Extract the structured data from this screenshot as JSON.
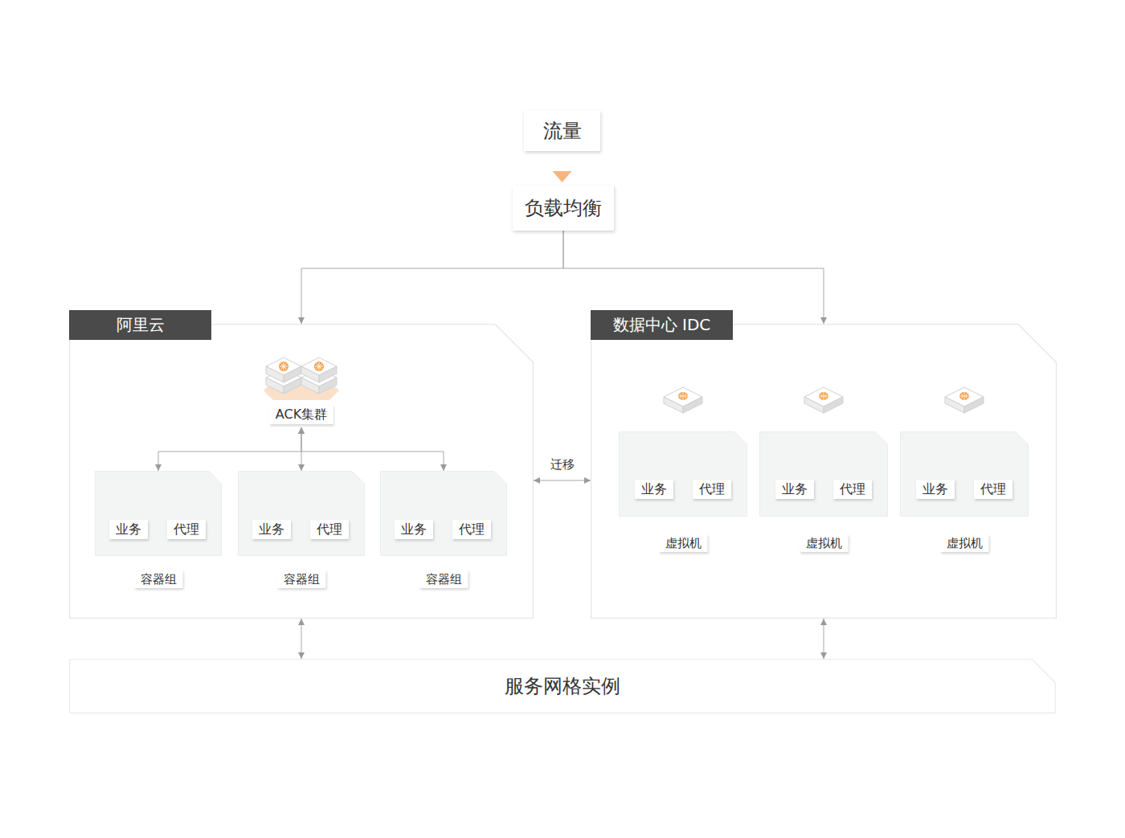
{
  "diagram": {
    "nodes": [
      {
        "text": [
          "流量"
        ]
      },
      {
        "text": [
          "负载均衡"
        ]
      },
      {
        "text": [
          "阿里云"
        ]
      },
      {
        "text": [
          "ACK集群"
        ],
        "in": 2
      },
      {
        "text": [
          "容器组"
        ],
        "in": 2
      },
      {
        "text": [
          "业务"
        ],
        "in": 4
      },
      {
        "text": [
          "代理"
        ],
        "in": 4
      },
      {
        "text": [
          "容器组"
        ],
        "in": 2
      },
      {
        "text": [
          "业务"
        ],
        "in": 7
      },
      {
        "text": [
          "代理"
        ],
        "in": 7
      },
      {
        "text": [
          "容器组"
        ],
        "in": 2
      },
      {
        "text": [
          "业务"
        ],
        "in": 10
      },
      {
        "text": [
          "代理"
        ],
        "in": 10
      },
      {
        "text": [
          "数据中心 IDC"
        ]
      },
      {
        "text": [
          "虚拟机"
        ],
        "in": 13
      },
      {
        "text": [
          "业务"
        ],
        "in": 14
      },
      {
        "text": [
          "代理"
        ],
        "in": 14
      },
      {
        "text": [
          "虚拟机"
        ],
        "in": 13
      },
      {
        "text": [
          "业务"
        ],
        "in": 17
      },
      {
        "text": [
          "代理"
        ],
        "in": 17
      },
      {
        "text": [
          "虚拟机"
        ],
        "in": 13
      },
      {
        "text": [
          "业务"
        ],
        "in": 20
      },
      {
        "text": [
          "代理"
        ],
        "in": 20
      },
      {
        "text": [
          "服务网格实例"
        ]
      }
    ],
    "edges": [
      {
        "from": 0,
        "to": 1,
        "arrow": "to"
      },
      {
        "from": 1,
        "to": 2,
        "arrow": "to"
      },
      {
        "from": 1,
        "to": 13,
        "arrow": "to"
      },
      {
        "from": 3,
        "to": 4,
        "arrow": "both"
      },
      {
        "from": 3,
        "to": 7,
        "arrow": "both"
      },
      {
        "from": 3,
        "to": 10,
        "arrow": "both"
      },
      {
        "from": 2,
        "to": 13,
        "label": "迁移",
        "arrow": "both"
      },
      {
        "from": 2,
        "to": 23,
        "arrow": "both"
      },
      {
        "from": 13,
        "to": 23,
        "arrow": "both"
      }
    ]
  }
}
